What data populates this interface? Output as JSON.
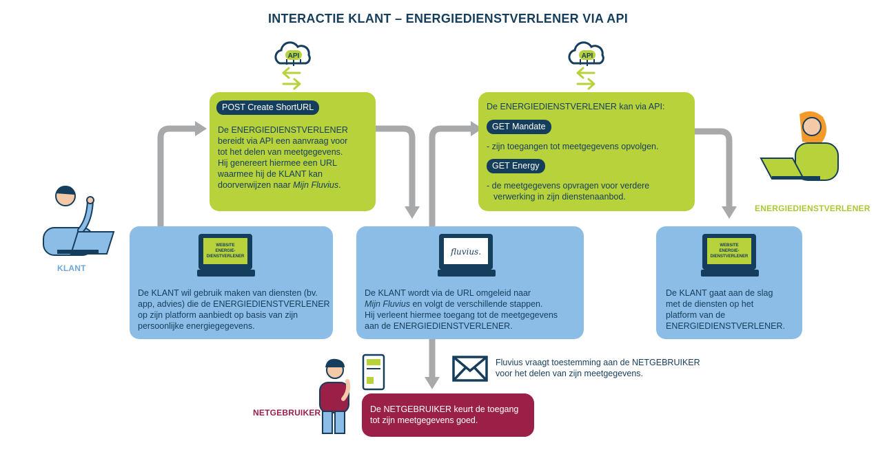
{
  "title": "INTERACTIE KLANT – ENERGIEDIENSTVERLENER VIA API",
  "api_icon_label": "API",
  "box_post": {
    "pill": "POST Create ShortURL",
    "lines": [
      "De ENERGIEDIENSTVERLENER",
      "bereidt via API een aanvraag voor",
      "tot het delen van meetgegevens.",
      "Hij genereert hiermee een URL",
      "waarmee hij de KLANT kan",
      "doorverwijzen naar Mijn Fluvius."
    ]
  },
  "box_get": {
    "intro": "De ENERGIEDIENSTVERLENER kan via API:",
    "pill_mandate": "GET Mandate",
    "mandate_text": "- zijn toegangen tot meetgegevens opvolgen.",
    "pill_energy": "GET Energy",
    "energy_lines": [
      "- de meetgegevens opvragen voor verdere",
      "verwerking in zijn dienstenaanbod."
    ]
  },
  "box_klant": {
    "screen_lines": [
      "WEBSITE",
      "ENERGIE-",
      "DIENSTVERLENER"
    ],
    "lines": [
      "De KLANT wil gebruik maken van diensten (bv.",
      "app, advies) die de ENERGIEDIENSTVERLENER",
      "op zijn platform aanbiedt op basis van zijn",
      "persoonlijke energiegegevens."
    ]
  },
  "box_fluvius": {
    "screen_logo": "fluvius.",
    "lines": [
      "De KLANT wordt via de URL omgeleid naar",
      "Mijn Fluvius en volgt de verschillende stappen.",
      "Hij verleent hiermee toegang tot de meetgegevens",
      "aan de ENERGIEDIENSTVERLENER."
    ]
  },
  "box_end": {
    "screen_lines": [
      "WEBSITE",
      "ENERGIE-",
      "DIENSTVERLENER"
    ],
    "lines": [
      "De KLANT gaat aan de slag",
      "met de diensten op het",
      "platform van de",
      "ENERGIEDIENSTVERLENER."
    ]
  },
  "box_netgebruiker": {
    "lines": [
      "De NETGEBRUIKER keurt de toegang",
      "tot zijn meetgegevens goed."
    ]
  },
  "mail_text": [
    "Fluvius vraagt toestemming aan de NETGEBRUIKER",
    "voor het delen van zijn meetgegevens."
  ],
  "labels": {
    "klant": "KLANT",
    "energiedienstverlener": "ENERGIEDIENSTVERLENER",
    "netgebruiker": "NETGEBRUIKER"
  },
  "colors": {
    "navy": "#153d5c",
    "green": "#b7d23a",
    "blue": "#8cbde6",
    "red": "#9a2047",
    "arrow_gray": "#a7a9ab",
    "klant_label": "#6fa8d8",
    "edv_label": "#a9c934",
    "net_label": "#9a2047"
  },
  "icons": [
    "api-cloud-icon",
    "exchange-arrows-icon",
    "laptop-icon",
    "mail-icon",
    "phone-app-icon",
    "person-icon"
  ]
}
